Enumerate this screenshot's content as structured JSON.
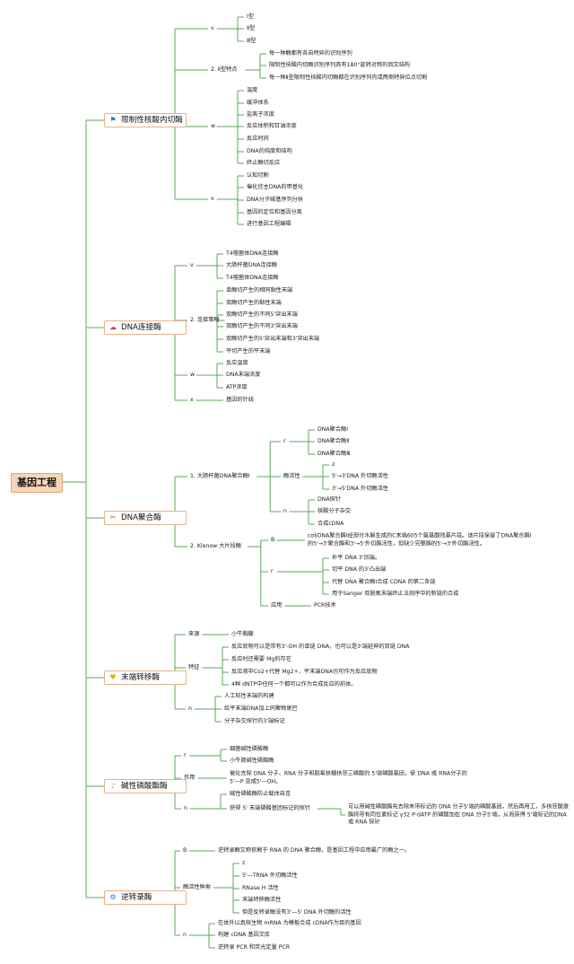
{
  "root": "基因工程",
  "categories": [
    {
      "label": "限制性核酸内切酶",
      "icon": "flag-icon",
      "children": [
        {
          "label": "v",
          "children": [
            {
              "label": "Ⅰ型"
            },
            {
              "label": "Ⅱ型"
            },
            {
              "label": "Ⅲ型"
            }
          ]
        },
        {
          "label": "2. Ⅱ型特点",
          "children": [
            {
              "label": "每一种酶都有各自特异的识别序列"
            },
            {
              "label": "限制性核酸内切酶识别序列具有180°旋转对称的回文结构"
            },
            {
              "label": "每一种Ⅱ型限制性核酸内切酶都在识别序列内或两侧特异位点切割"
            }
          ]
        },
        {
          "label": "w",
          "children": [
            {
              "label": "温度"
            },
            {
              "label": "缓冲体系"
            },
            {
              "label": "盐离子浓度"
            },
            {
              "label": "反应体积和甘油浓度"
            },
            {
              "label": "反应时间"
            },
            {
              "label": "DNA的纯度和结构"
            },
            {
              "label": "终止酶切反应"
            }
          ]
        },
        {
          "label": "x",
          "children": [
            {
              "label": "认知切割"
            },
            {
              "label": "催化信主DNA的甲基化"
            },
            {
              "label": "DNA分子碱基序列分析"
            },
            {
              "label": "基因的定位和基因分离"
            },
            {
              "label": "进行基因工程编辑"
            }
          ]
        }
      ]
    },
    {
      "label": "DNA连接酶",
      "icon": "cloud-icon",
      "children": [
        {
          "label": "v",
          "children": [
            {
              "label": "T4噬菌体DNA连接酶"
            },
            {
              "label": "大肠杆菌DNA连接酶"
            },
            {
              "label": "T4噬菌体DNA连接酶"
            }
          ]
        },
        {
          "label": "2. 连接策略",
          "children": [
            {
              "label": "单酶切产生的相同黏性末端"
            },
            {
              "label": "双酶切产生的黏性末端"
            },
            {
              "label": "双酶切产生的不同5'突出末端"
            },
            {
              "label": "双酶切产生的不同3'突出末端"
            },
            {
              "label": "双酶切产生的5'突出末端和3'突出末端"
            },
            {
              "label": "平切产生的平末端"
            }
          ]
        },
        {
          "label": "w",
          "children": [
            {
              "label": "反应温度"
            },
            {
              "label": "DNA末端浓度"
            },
            {
              "label": "ATP浓度"
            }
          ]
        },
        {
          "label": "x",
          "children": [
            {
              "label": "基因的针线"
            }
          ]
        }
      ]
    },
    {
      "label": "DNA聚合酶",
      "icon": "tool-icon",
      "children": [
        {
          "label": "1. 大肠杆菌DNA聚合酶Ⅰ",
          "children": [
            {
              "label": "r",
              "children": [
                {
                  "label": "DNA聚合酶Ⅰ"
                },
                {
                  "label": "DNA聚合酶Ⅱ"
                },
                {
                  "label": "DNA聚合酶Ⅲ"
                }
              ]
            },
            {
              "label": "酶活性",
              "children": [
                {
                  "label": "z"
                },
                {
                  "label": "5'→3'DNA 外切酶活性"
                },
                {
                  "label": "3'→5'DNA 外切酶活性"
                }
              ]
            },
            {
              "label": "n",
              "children": [
                {
                  "label": "DNA探针"
                },
                {
                  "label": "核酸分子杂交"
                },
                {
                  "label": "合成cDNA"
                }
              ]
            }
          ]
        },
        {
          "label": "2. Klenow 大片段酶",
          "children": [
            {
              "label": "B",
              "children": [
                {
                  "label": "coliDNA聚合酶Ⅰ经部分水解生成的C末端605个氨基酸残基片段。该片段保留了DNA聚合酶Ⅰ的5'→3'聚合酶和3'→5'外切酶活性，但缺少完整酶的5'→3'外切酶活性。"
                }
              ]
            },
            {
              "label": "r",
              "children": [
                {
                  "label": "补平 DNA 3'凹端。"
                },
                {
                  "label": "切平 DNA 的3'凸出端"
                },
                {
                  "label": "代替 DNA 聚合酶Ⅰ合成 CDNA 的第二条链"
                },
                {
                  "label": "用于Sanger 双脱氧末端终止法测序中的新链的合成"
                }
              ]
            },
            {
              "label": "应用",
              "children": [
                {
                  "label": "PCR技术"
                }
              ]
            }
          ]
        }
      ]
    },
    {
      "label": "末端转移酶",
      "icon": "heart-icon",
      "children": [
        {
          "label": "来源",
          "children": [
            {
              "label": "小牛胸腺"
            }
          ]
        },
        {
          "label": "特征",
          "children": [
            {
              "label": "反应底物可以是带有3'-OH 的单链 DNA，也可以是3'端延伸的双链 DNA"
            },
            {
              "label": "反应时还需要 Mg的存在"
            },
            {
              "label": "反应液中Co2+代替 Mg2+，平末端DNA也可作为反应底物"
            },
            {
              "label": "4种 dNTP中任何一个都可以作为合成反应的前体。"
            }
          ]
        },
        {
          "label": "n",
          "children": [
            {
              "label": "人工粘性末端的构建"
            },
            {
              "label": "给平末端DNA加上同聚物尾巴"
            },
            {
              "label": "分子杂交探针的3'端标记"
            }
          ]
        }
      ]
    },
    {
      "label": "碱性磷酸酯酶",
      "icon": "bell-icon",
      "children": [
        {
          "label": "r",
          "children": [
            {
              "label": "细菌碱性磷酸酶"
            },
            {
              "label": "小牛肠碱性磷酸酶"
            }
          ]
        },
        {
          "label": "作用",
          "children": [
            {
              "label": "催化去除 DNA 分子、RNA 分子和脱氧核糖核苷三磷酸的 5'端磷酸基团，使 DNA 或 RNA分子的5'—P 变成5'—OH。"
            }
          ]
        },
        {
          "label": "n",
          "children": [
            {
              "label": "碱性磷酸酶防止载体自连"
            },
            {
              "label": "获得 5' 末端磷酸基团标记的探针",
              "children": [
                {
                  "label": "可以用碱性磷酸酶先去除未带标记的 DNA 分子5'端的磷酸基团，然后再用工，多核苷酸激酶将带有同位素标记 γ32 P-dATP 的磷酸加在 DNA 分子5'端，从而获得 5'端标记的DNA 或 RNA 探针"
                }
              ]
            }
          ]
        }
      ]
    },
    {
      "label": "逆转录酶",
      "icon": "gear-icon",
      "children": [
        {
          "label": "B",
          "children": [
            {
              "label": "逆转录酶又称依赖于 RNA 的 DNA 聚合酶，是基因工程中应用最广的酶之一。"
            }
          ]
        },
        {
          "label": "酶活性种类",
          "children": [
            {
              "label": "z"
            },
            {
              "label": "5'—TRNA 外切酶活性"
            },
            {
              "label": "RNase H 活性"
            },
            {
              "label": "末端转移酶活性"
            },
            {
              "label": "但是反转录酶没有3'—5' DNA 外切酶的活性"
            }
          ]
        },
        {
          "label": "n",
          "children": [
            {
              "label": "在体外以真核生物 mRNA 为模板合成 cDNA作为目的基因"
            },
            {
              "label": "构建 cDNA 基因文库"
            },
            {
              "label": "逆转录 PCR 和荧光定量 PCR"
            }
          ]
        }
      ]
    }
  ]
}
